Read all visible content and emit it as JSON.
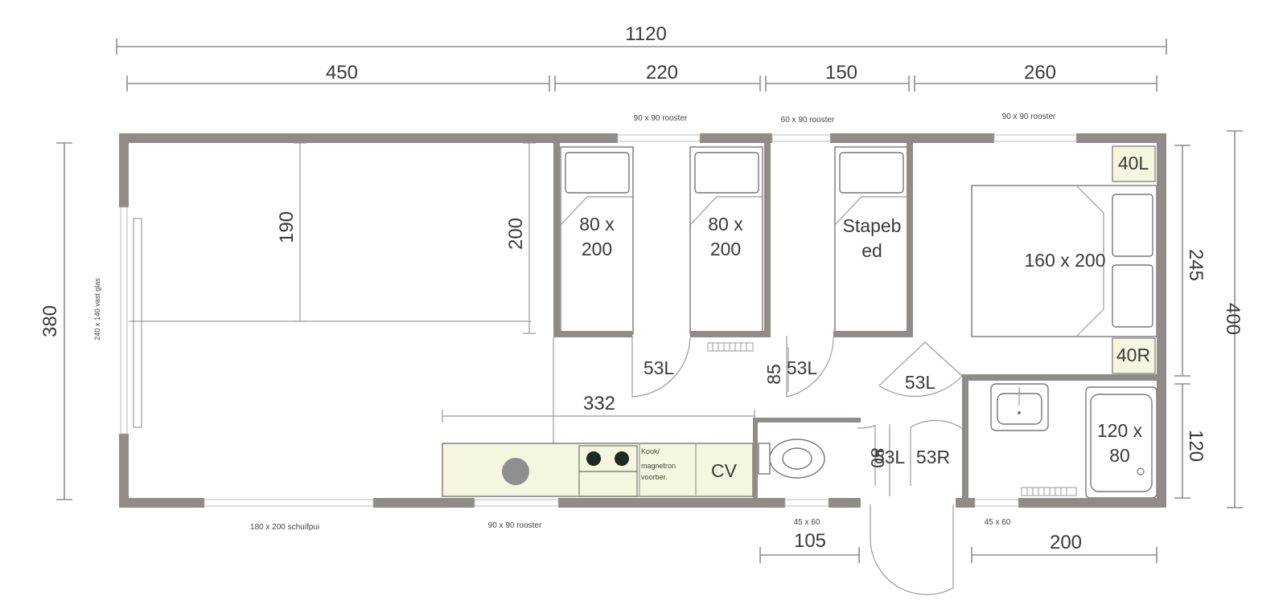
{
  "dimensions": {
    "total_width": "1120",
    "seg_1": "450",
    "seg_2": "220",
    "seg_3": "150",
    "seg_4": "260",
    "left_height": "380",
    "right_height": "400",
    "living_190": "190",
    "living_200": "200",
    "kitchen_332": "332",
    "bedroom_245": "245",
    "bath_120": "120",
    "toilet_width": "105",
    "bath_width": "200",
    "door_85": "85",
    "door_80": "80"
  },
  "rooms": {
    "bed1_line1": "80 x",
    "bed1_line2": "200",
    "bed2_line1": "80 x",
    "bed2_line2": "200",
    "bunk_line1": "Stapeb",
    "bunk_line2": "ed",
    "master_bed": "160 x 200",
    "shower_line1": "120 x",
    "shower_line2": "80",
    "cv": "CV",
    "kitchen_line1": "Kook/",
    "kitchen_line2": "magnetron",
    "kitchen_line3": "voorber.",
    "closet_40l": "40L",
    "closet_40r": "40R"
  },
  "doors": {
    "d1": "53L",
    "d2": "53L",
    "d3": "53L",
    "d4": "53L",
    "d5": "53R"
  },
  "windows": {
    "top_1": "90 x 90 rooster",
    "top_2": "60 x 90 rooster",
    "top_3": "90 x 90 rooster",
    "left": "240 x 140 vast glas",
    "bottom_slide": "180 x 200 schuifpui",
    "bottom_vent": "90 x 90 rooster",
    "bottom_toilet": "45 x 60",
    "bottom_bath": "45 x 60"
  }
}
